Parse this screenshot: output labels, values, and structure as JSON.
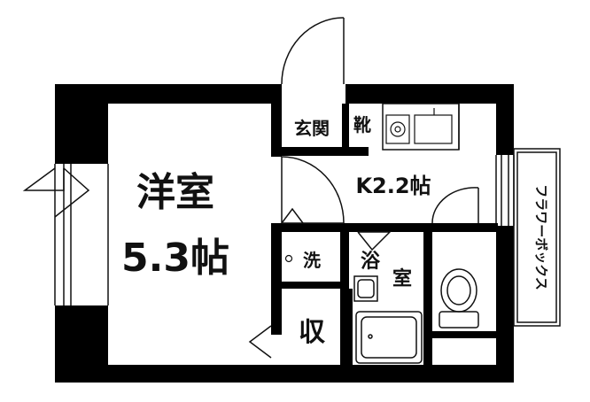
{
  "rooms": {
    "western_room": {
      "name": "洋室",
      "size": "5.3帖"
    },
    "kitchen": {
      "label": "K2.2帖"
    },
    "entrance": {
      "label": "玄関"
    },
    "shoe_box": {
      "label": "靴"
    },
    "washer": {
      "label": "洗"
    },
    "bathroom": {
      "label_1": "浴",
      "label_2": "室"
    },
    "storage": {
      "label": "収"
    },
    "flower_box": {
      "label": "フラワーボックス"
    }
  },
  "icons": [
    "stove-icon",
    "sink-icon",
    "toilet-icon",
    "bathtub-icon",
    "washbasin-icon",
    "door-icon",
    "window-icon"
  ],
  "colors": {
    "wall": "#000000",
    "background": "#ffffff",
    "line": "#111111"
  }
}
